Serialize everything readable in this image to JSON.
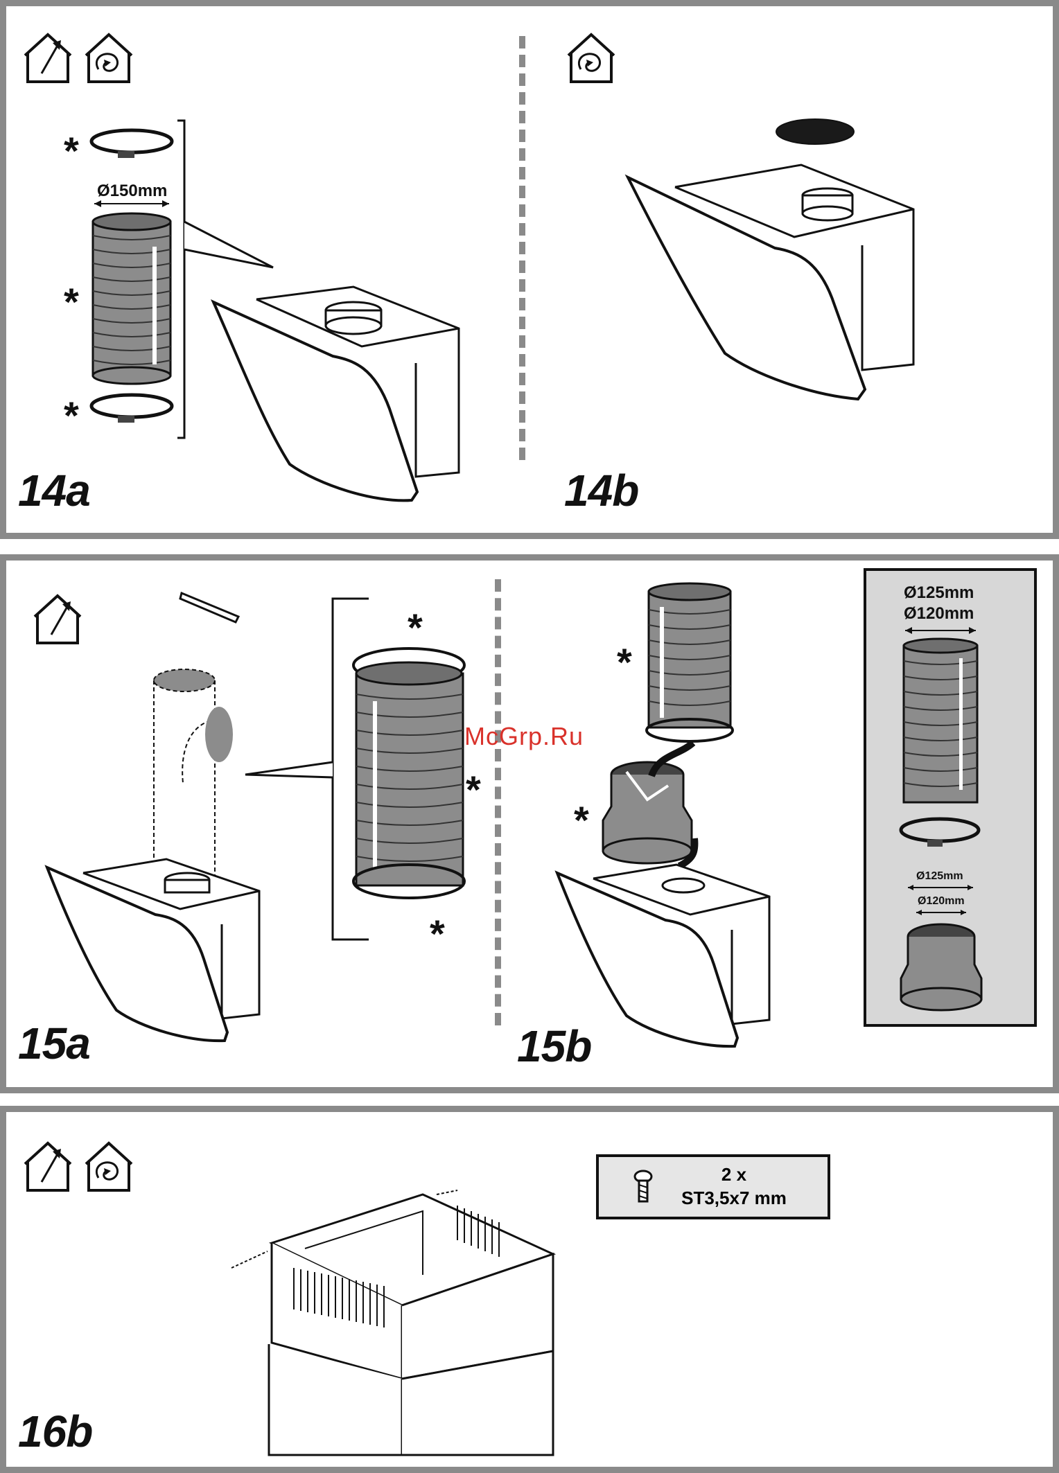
{
  "panels": {
    "p14": {
      "label_a": "14a",
      "label_b": "14b"
    },
    "p15": {
      "label_a": "15a",
      "label_b": "15b"
    },
    "p16": {
      "label_b": "16b"
    }
  },
  "dimensions": {
    "d150": "Ø150mm",
    "d125_top": "Ø125mm",
    "d120_top": "Ø120mm",
    "d125_small": "Ø125mm",
    "d120_small": "Ø120mm"
  },
  "optional_mark": "*",
  "watermark": "McGrp.Ru",
  "screw_spec": {
    "qty": "2 x",
    "size": "ST3,5x7 mm"
  },
  "icons": [
    "duct-out-icon",
    "recirculation-icon"
  ],
  "colors": {
    "frame": "#8a8a8a",
    "duct": "#8c8c8c",
    "watermark": "#d9322b"
  }
}
